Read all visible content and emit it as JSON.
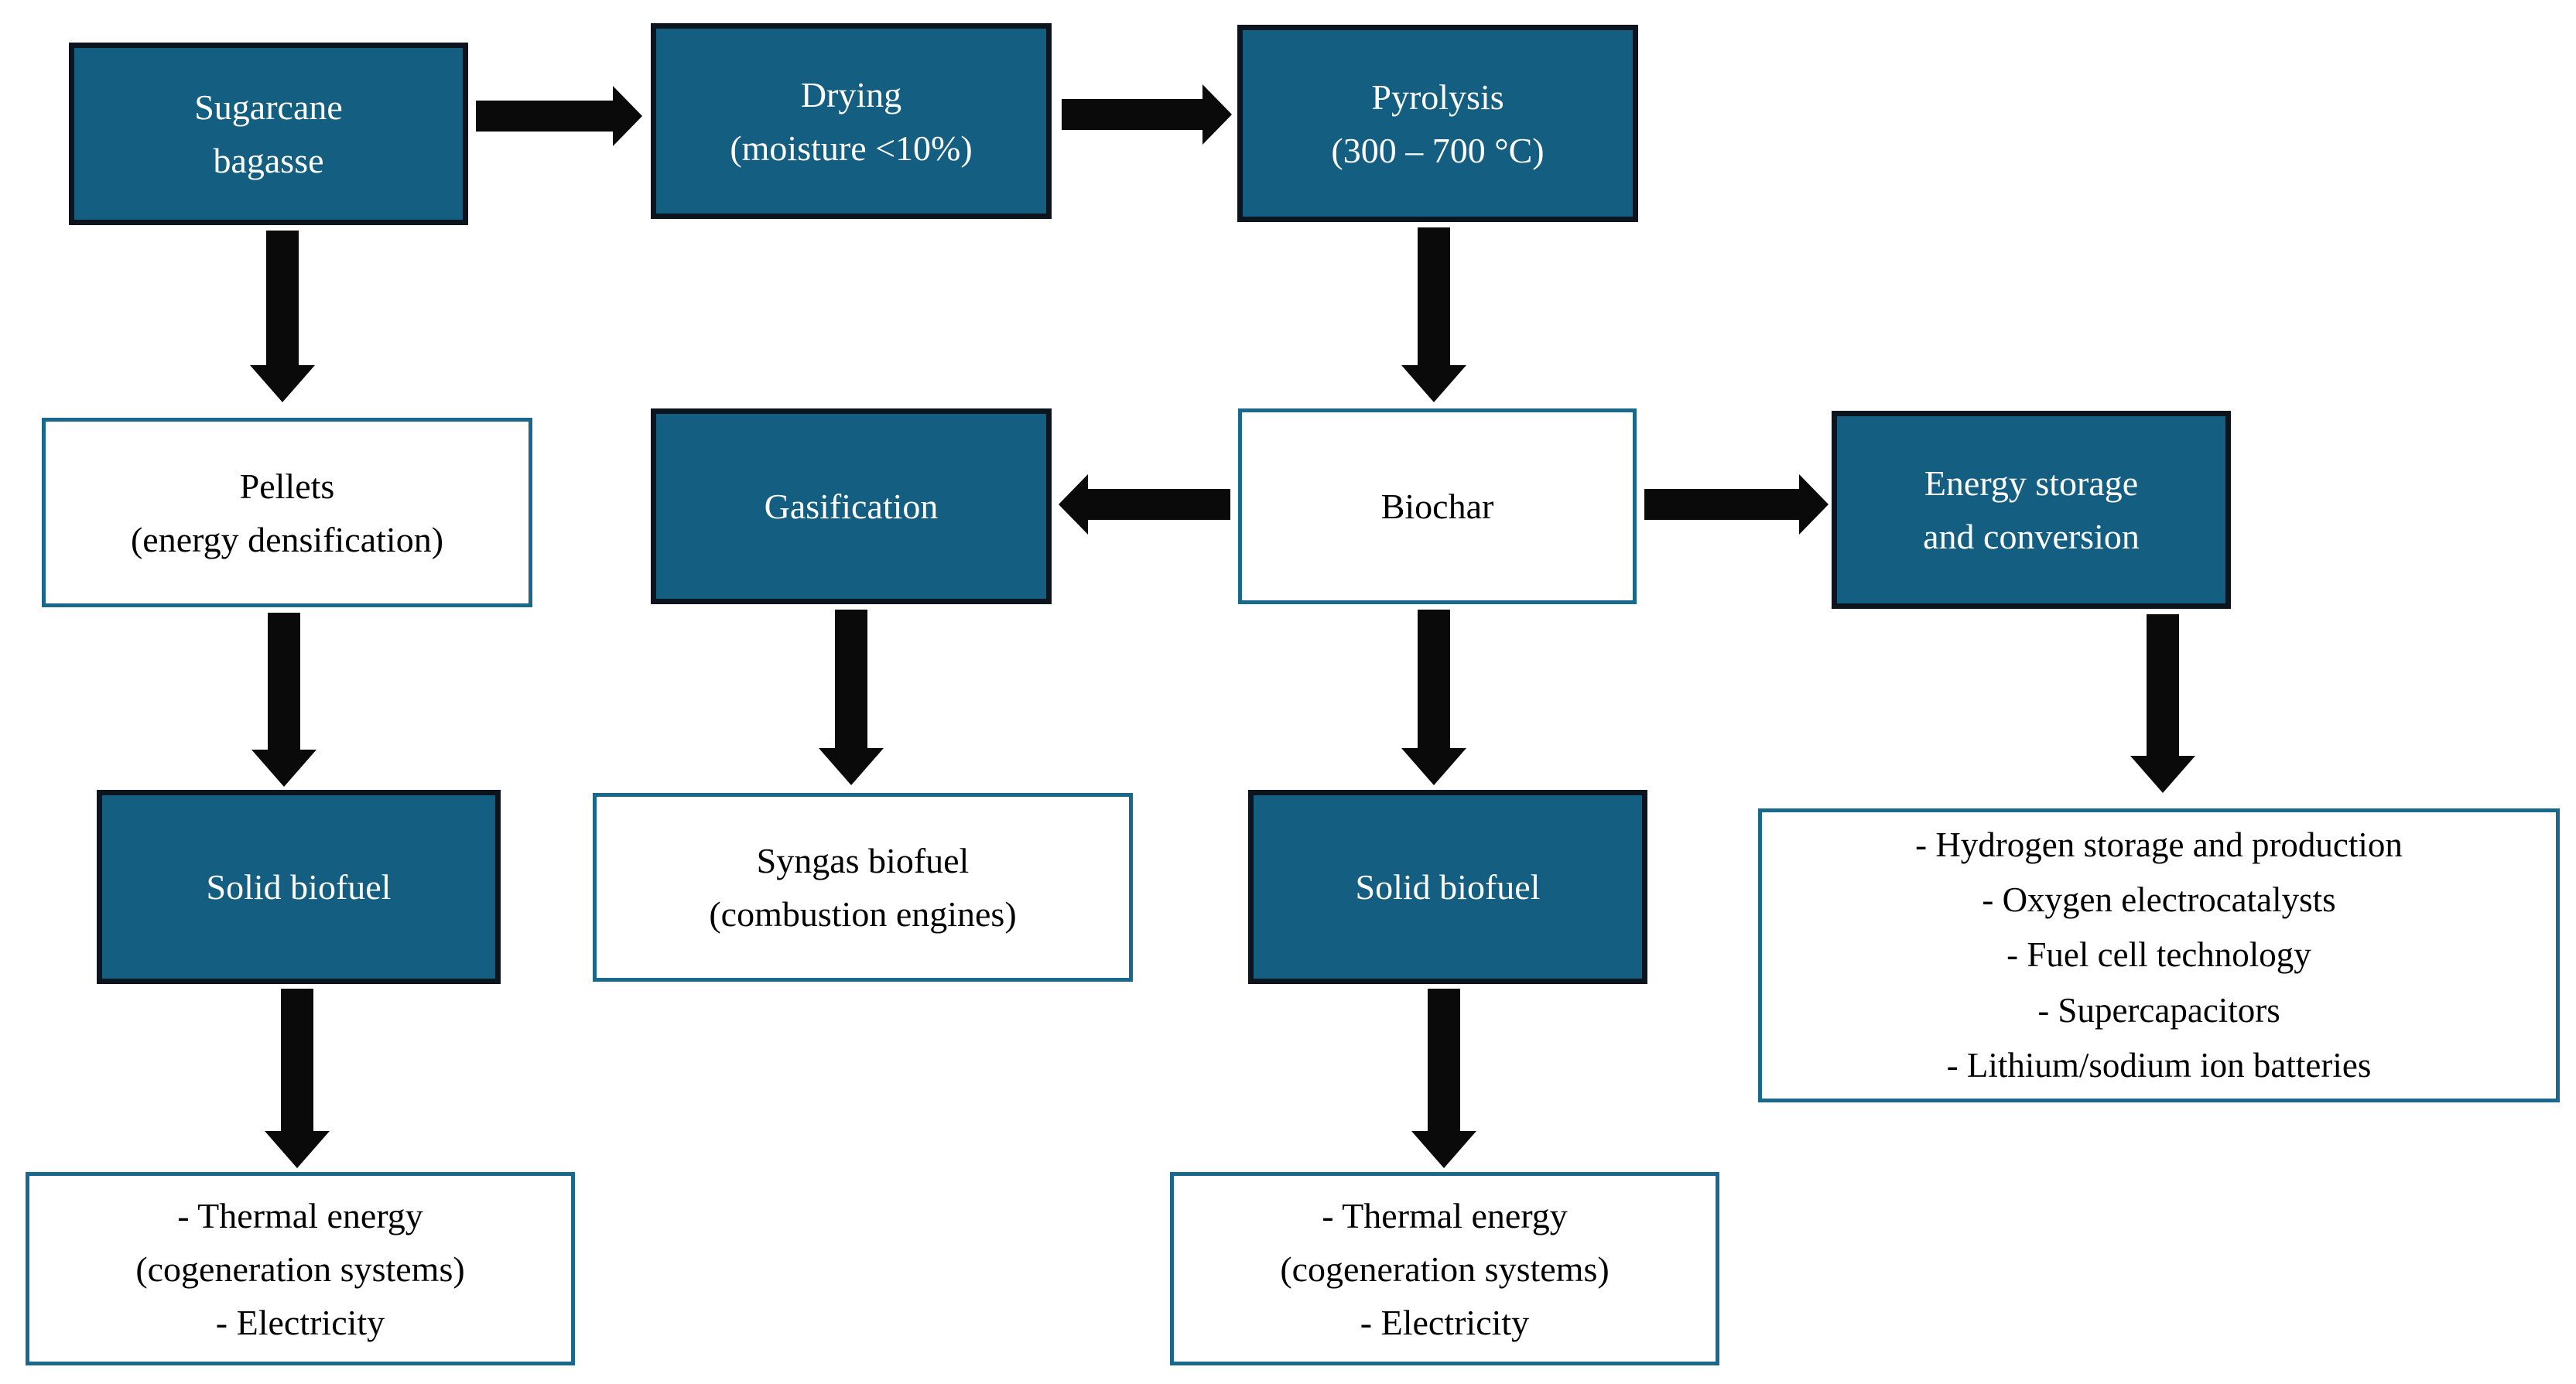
{
  "diagram": {
    "description": "Flowchart of sugarcane bagasse valorization routes to biofuels and energy storage applications",
    "colors": {
      "dark_node_fill": "#135e81",
      "dark_node_border": "#0c151d",
      "light_node_fill": "#ffffff",
      "light_node_border": "#19688d",
      "arrow": "#0a0a0a",
      "text_on_dark": "#ffffff",
      "text_on_light": "#000000",
      "background": "#ffffff"
    },
    "nodes": {
      "sugarcane": {
        "lines": [
          "Sugarcane",
          "bagasse"
        ]
      },
      "drying": {
        "lines": [
          "Drying",
          "(moisture <10%)"
        ]
      },
      "pyrolysis": {
        "lines": [
          "Pyrolysis",
          "(300 – 700 °C)"
        ]
      },
      "pellets": {
        "lines": [
          "Pellets",
          "(energy densification)"
        ]
      },
      "gasification": {
        "lines": [
          "Gasification"
        ]
      },
      "biochar": {
        "lines": [
          "Biochar"
        ]
      },
      "energy_storage": {
        "lines": [
          "Energy storage",
          "and conversion"
        ]
      },
      "solid_biofuel_left": {
        "lines": [
          "Solid biofuel"
        ]
      },
      "syngas": {
        "lines": [
          "Syngas biofuel",
          "(combustion engines)"
        ]
      },
      "solid_biofuel_mid": {
        "lines": [
          "Solid biofuel"
        ]
      },
      "energy_applications": {
        "lines": [
          "- Hydrogen storage and production",
          "- Oxygen electrocatalysts",
          "- Fuel cell technology",
          "- Supercapacitors",
          "- Lithium/sodium ion batteries"
        ]
      },
      "thermal_left": {
        "lines": [
          "- Thermal energy",
          "(cogeneration systems)",
          "- Electricity"
        ]
      },
      "thermal_mid": {
        "lines": [
          "- Thermal energy",
          "(cogeneration systems)",
          "- Electricity"
        ]
      }
    },
    "edges": [
      {
        "from": "sugarcane",
        "to": "drying",
        "direction": "right"
      },
      {
        "from": "drying",
        "to": "pyrolysis",
        "direction": "right"
      },
      {
        "from": "sugarcane",
        "to": "pellets",
        "direction": "down"
      },
      {
        "from": "pyrolysis",
        "to": "biochar",
        "direction": "down"
      },
      {
        "from": "biochar",
        "to": "gasification",
        "direction": "left"
      },
      {
        "from": "biochar",
        "to": "energy_storage",
        "direction": "right"
      },
      {
        "from": "pellets",
        "to": "solid_biofuel_left",
        "direction": "down"
      },
      {
        "from": "gasification",
        "to": "syngas",
        "direction": "down"
      },
      {
        "from": "biochar",
        "to": "solid_biofuel_mid",
        "direction": "down"
      },
      {
        "from": "energy_storage",
        "to": "energy_applications",
        "direction": "down"
      },
      {
        "from": "solid_biofuel_left",
        "to": "thermal_left",
        "direction": "down"
      },
      {
        "from": "solid_biofuel_mid",
        "to": "thermal_mid",
        "direction": "down"
      }
    ]
  }
}
